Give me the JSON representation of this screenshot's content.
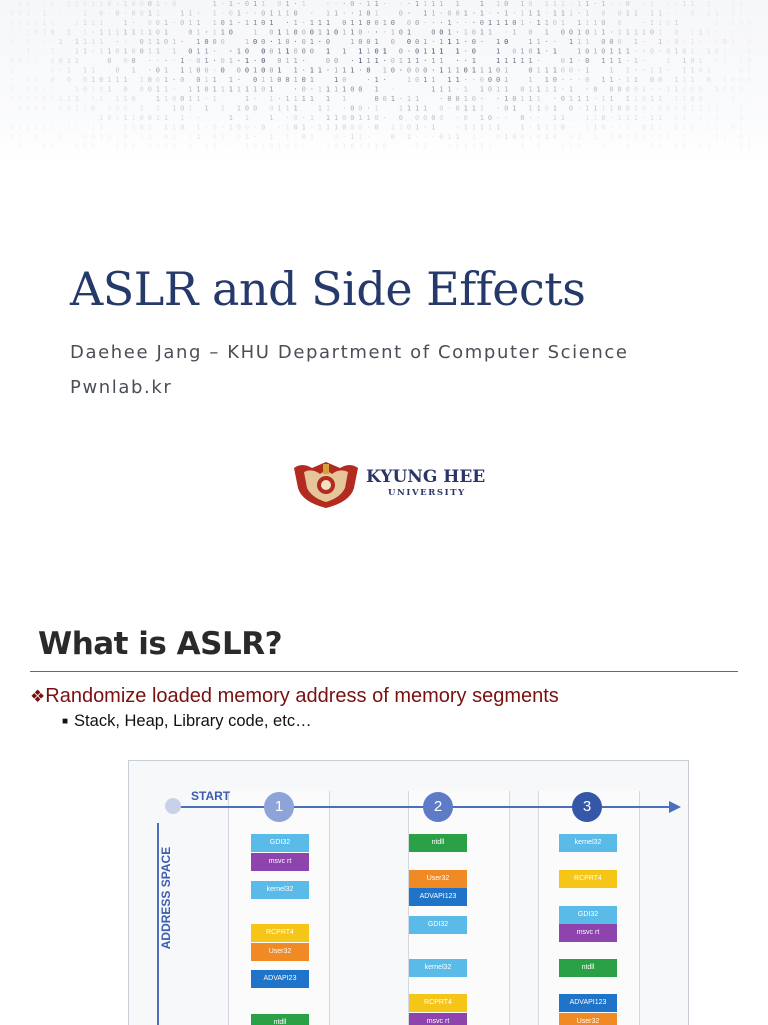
{
  "slide1": {
    "title": "ASLR and Side Effects",
    "author_line": "Daehee Jang – KHU Department of Computer Science",
    "website": "Pwnlab.kr",
    "logo": {
      "name": "KYUNG HEE",
      "subtitle": "UNIVERSITY"
    }
  },
  "slide2": {
    "title": "What is ASLR?",
    "bullet_mark": "❖",
    "bullet": "Randomize loaded memory address of memory segments",
    "sub_mark": "■",
    "sub_bullet": "Stack, Heap, Library code, etc…",
    "diagram": {
      "start_label": "START",
      "axis_label": "ADDRESS SPACE",
      "columns": [
        {
          "number": "1",
          "blocks": [
            {
              "label": "GDI32",
              "color": "#5bbbe8"
            },
            {
              "label": "msvc rt",
              "color": "#8e44ad"
            },
            {
              "label": "kernel32",
              "color": "#5bbbe8"
            },
            {
              "label": "RCPRT4",
              "color": "#f5c518"
            },
            {
              "label": "User32",
              "color": "#f08a24"
            },
            {
              "label": "ADVAPI23",
              "color": "#1f73c9"
            },
            {
              "label": "ntdll",
              "color": "#2aa147"
            }
          ]
        },
        {
          "number": "2",
          "blocks": [
            {
              "label": "ntdll",
              "color": "#2aa147"
            },
            {
              "label": "User32",
              "color": "#f08a24"
            },
            {
              "label": "ADVAPI123",
              "color": "#1f73c9"
            },
            {
              "label": "GDI32",
              "color": "#5bbbe8"
            },
            {
              "label": "kernel32",
              "color": "#5bbbe8"
            },
            {
              "label": "RCPRT4",
              "color": "#f5c518"
            },
            {
              "label": "msvc rt",
              "color": "#8e44ad"
            }
          ]
        },
        {
          "number": "3",
          "blocks": [
            {
              "label": "kernel32",
              "color": "#5bbbe8"
            },
            {
              "label": "RCPRT4",
              "color": "#f5c518"
            },
            {
              "label": "GDI32",
              "color": "#5bbbe8"
            },
            {
              "label": "msvc rt",
              "color": "#8e44ad"
            },
            {
              "label": "ntdll",
              "color": "#2aa147"
            },
            {
              "label": "ADVAPI123",
              "color": "#1f73c9"
            },
            {
              "label": "User32",
              "color": "#f08a24"
            }
          ]
        }
      ],
      "number_colors": [
        "#8ea4d8",
        "#5e7bc7",
        "#3457a8"
      ]
    }
  },
  "colors": {
    "title_blue": "#253a6b",
    "bullet_red": "#7a1010",
    "axis_blue": "#4a6fc0"
  }
}
